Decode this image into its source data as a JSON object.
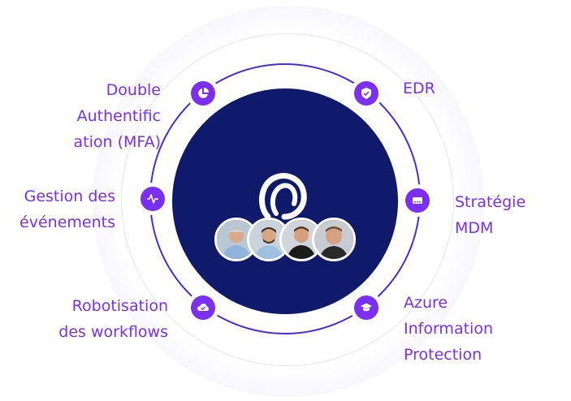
{
  "diagram": {
    "features": [
      {
        "id": "mfa",
        "icon": "pie-chart-icon",
        "lines": [
          "Double",
          "Authentific",
          "ation (MFA)"
        ]
      },
      {
        "id": "edr",
        "icon": "shield-check-icon",
        "lines": [
          "EDR"
        ]
      },
      {
        "id": "events",
        "icon": "pulse-icon",
        "lines": [
          "Gestion des",
          "événements"
        ]
      },
      {
        "id": "mdm",
        "icon": "device-icon",
        "lines": [
          "Stratégie",
          "MDM"
        ]
      },
      {
        "id": "workflows",
        "icon": "cloud-check-icon",
        "lines": [
          "Robotisation",
          "des workflows"
        ]
      },
      {
        "id": "aip",
        "icon": "graduation-cap-icon",
        "lines": [
          "Azure",
          "Information",
          "Protection"
        ]
      }
    ],
    "center": {
      "logo_icon": "company-logo-icon",
      "team_avatars": [
        "avatar-person-1",
        "avatar-person-2",
        "avatar-person-3",
        "avatar-person-4"
      ]
    },
    "colors": {
      "accent": "#7b2ff0",
      "ring": "#4b2bd6",
      "core": "#0f1a6b",
      "text": "#7a2ff0"
    }
  }
}
